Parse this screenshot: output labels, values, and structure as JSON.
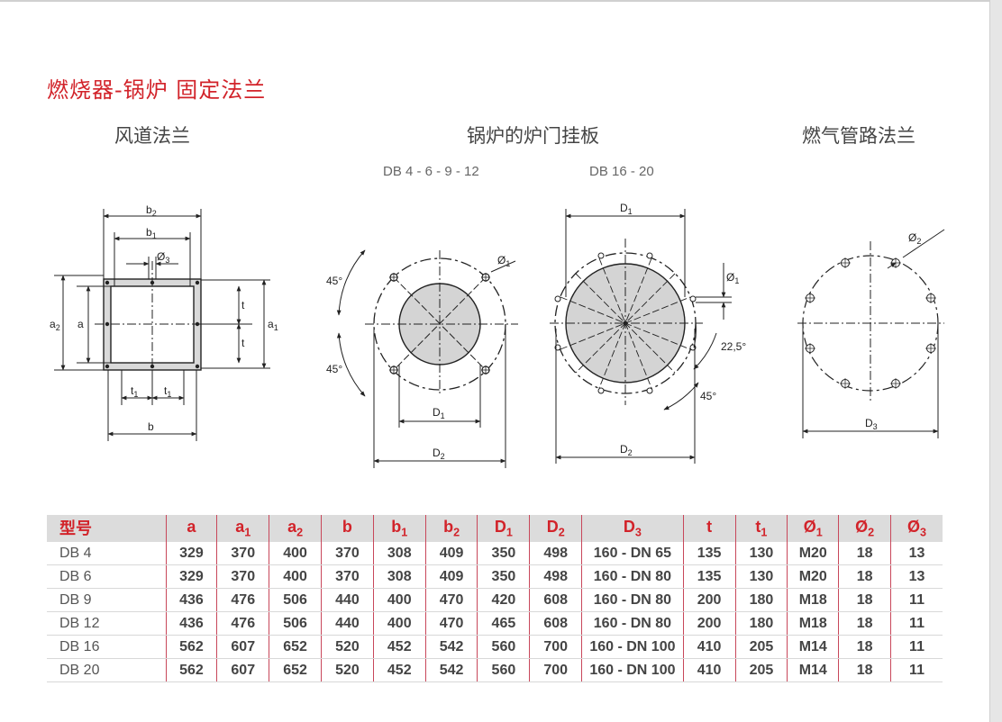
{
  "title": "燃烧器-锅炉 固定法兰",
  "sections": [
    {
      "title": "风道法兰"
    },
    {
      "title": "锅炉的炉门挂板"
    },
    {
      "title": "燃气管路法兰"
    }
  ],
  "variants": [
    "DB 4 - 6 - 9 - 12",
    "DB 16 - 20"
  ],
  "diagram_labels": {
    "b2": "b",
    "b2_sub": "2",
    "b1": "b",
    "b1_sub": "1",
    "o3": "Ø",
    "o3_sub": "3",
    "a2": "a",
    "a2_sub": "2",
    "a": "a",
    "a1": "a",
    "a1_sub": "1",
    "t": "t",
    "t1": "t",
    "t1_sub": "1",
    "b": "b",
    "deg45": "45°",
    "o1": "Ø",
    "o1_sub": "1",
    "D1": "D",
    "D1_sub": "1",
    "D2": "D",
    "D2_sub": "2",
    "deg225": "22,5°",
    "o2": "Ø",
    "o2_sub": "2",
    "D3": "D",
    "D3_sub": "3"
  },
  "table": {
    "headers": [
      {
        "main": "型号",
        "sub": ""
      },
      {
        "main": "a",
        "sub": ""
      },
      {
        "main": "a",
        "sub": "1"
      },
      {
        "main": "a",
        "sub": "2"
      },
      {
        "main": "b",
        "sub": ""
      },
      {
        "main": "b",
        "sub": "1"
      },
      {
        "main": "b",
        "sub": "2"
      },
      {
        "main": "D",
        "sub": "1"
      },
      {
        "main": "D",
        "sub": "2"
      },
      {
        "main": "D",
        "sub": "3"
      },
      {
        "main": "t",
        "sub": ""
      },
      {
        "main": "t",
        "sub": "1"
      },
      {
        "main": "Ø",
        "sub": "1"
      },
      {
        "main": "Ø",
        "sub": "2"
      },
      {
        "main": "Ø",
        "sub": "3"
      }
    ],
    "rows": [
      [
        "DB 4",
        "329",
        "370",
        "400",
        "370",
        "308",
        "409",
        "350",
        "498",
        "160 - DN 65",
        "135",
        "130",
        "M20",
        "18",
        "13"
      ],
      [
        "DB 6",
        "329",
        "370",
        "400",
        "370",
        "308",
        "409",
        "350",
        "498",
        "160 - DN 80",
        "135",
        "130",
        "M20",
        "18",
        "13"
      ],
      [
        "DB 9",
        "436",
        "476",
        "506",
        "440",
        "400",
        "470",
        "420",
        "608",
        "160 - DN 80",
        "200",
        "180",
        "M18",
        "18",
        "11"
      ],
      [
        "DB 12",
        "436",
        "476",
        "506",
        "440",
        "400",
        "470",
        "465",
        "608",
        "160 - DN 80",
        "200",
        "180",
        "M18",
        "18",
        "11"
      ],
      [
        "DB 16",
        "562",
        "607",
        "652",
        "520",
        "452",
        "542",
        "560",
        "700",
        "160 - DN 100",
        "410",
        "205",
        "M14",
        "18",
        "11"
      ],
      [
        "DB 20",
        "562",
        "607",
        "652",
        "520",
        "452",
        "542",
        "560",
        "700",
        "160 - DN 100",
        "410",
        "205",
        "M14",
        "18",
        "11"
      ]
    ]
  }
}
